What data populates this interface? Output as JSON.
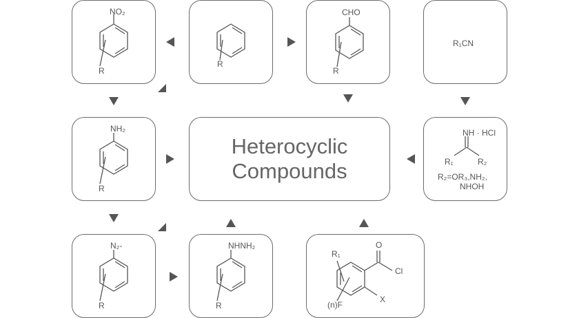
{
  "center": {
    "line1": "Heterocyclic",
    "line2": "Compounds"
  },
  "nitrobenzene": {
    "substituent": "NO₂",
    "r": "R"
  },
  "benzene": {
    "r": "R"
  },
  "benzaldehyde": {
    "substituent": "CHO",
    "r": "R"
  },
  "nitrile": {
    "formula": "R₁CN"
  },
  "aniline": {
    "substituent": "NH₂",
    "r": "R"
  },
  "imidate": {
    "top": "NH · HCl",
    "r1": "R₁",
    "r2": "R₂",
    "note1": "R₂=OR₃,NH₂,",
    "note2": "NHOH"
  },
  "diazonium": {
    "substituent": "N₂-",
    "r": "R"
  },
  "hydrazine": {
    "substituent": "NHNH₂",
    "r": "R"
  },
  "acyl_chloride": {
    "r1": "R₁",
    "o": "O",
    "cl": "Cl",
    "x": "X",
    "nf": "(n)F"
  }
}
